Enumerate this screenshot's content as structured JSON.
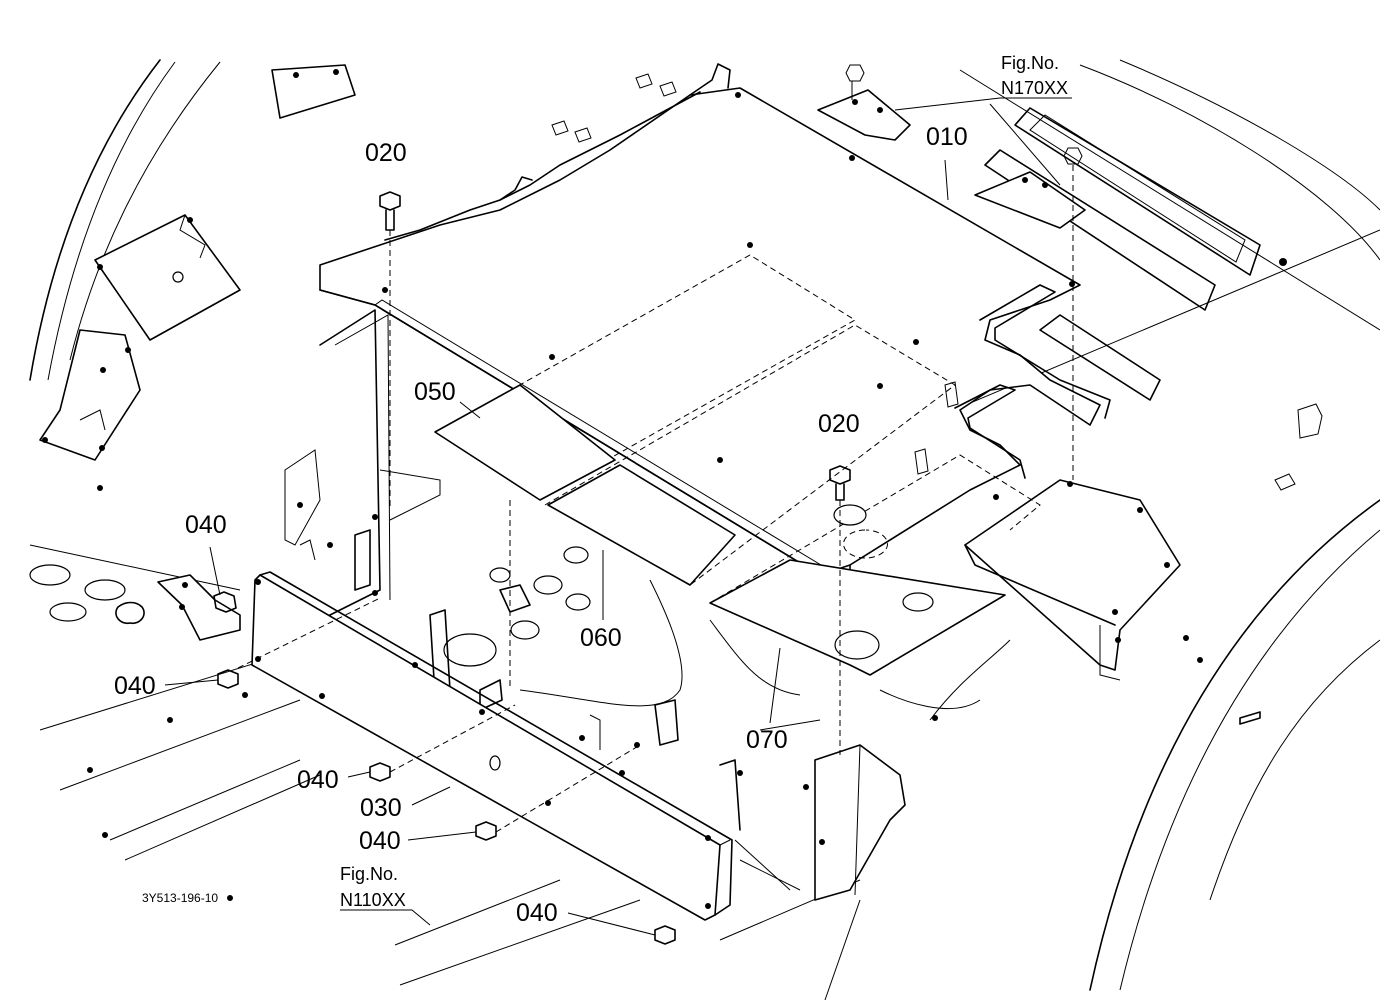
{
  "labels": {
    "p010": "010",
    "p020a": "020",
    "p020b": "020",
    "p030": "030",
    "p040a": "040",
    "p040b": "040",
    "p040c": "040",
    "p040d": "040",
    "p040e": "040",
    "p050": "050",
    "p060": "060",
    "p070": "070"
  },
  "figrefs": {
    "top": {
      "caption": "Fig.No.",
      "number": "N170XX"
    },
    "bottom": {
      "caption": "Fig.No.",
      "number": "N110XX"
    }
  },
  "drawing_code": "3Y513-196-10"
}
